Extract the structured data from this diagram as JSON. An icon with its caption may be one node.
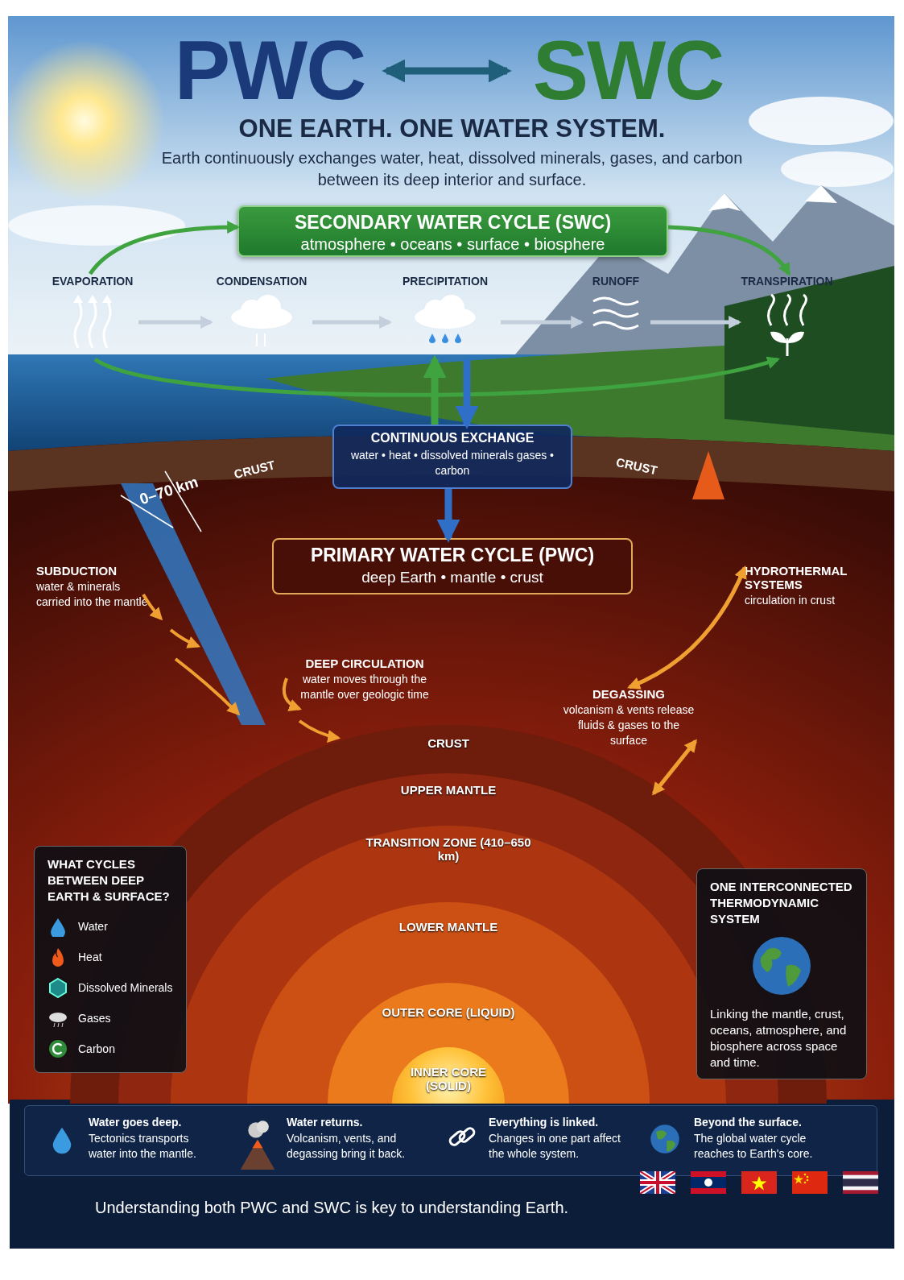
{
  "diagram": {
    "title": "ONE EARTH. ONE WATER SYSTEM.",
    "nodes": [
      {
        "text": [
          "PWC"
        ]
      },
      {
        "text": [
          "SWC"
        ]
      },
      {
        "text": [
          "SECONDARY WATER CYCLE (SWC)",
          "atmosphere • oceans • surface • biosphere"
        ]
      },
      {
        "text": [
          "EVAPORATION"
        ]
      },
      {
        "text": [
          "CONDENSATION"
        ]
      },
      {
        "text": [
          "PRECIPITATION"
        ]
      },
      {
        "text": [
          "RUNOFF"
        ]
      },
      {
        "text": [
          "TRANSPIRATION"
        ]
      },
      {
        "text": [
          "CONTINUOUS EXCHANGE",
          "water • heat • dissolved minerals gases • carbon"
        ]
      },
      {
        "text": [
          "PRIMARY WATER CYCLE (PWC)",
          "deep Earth • mantle • crust"
        ]
      },
      {
        "text": [
          "SUBDUCTION",
          "water & minerals carried into the mantle"
        ]
      },
      {
        "text": [
          "HYDROTHERMAL SYSTEMS",
          "circulation in crust"
        ]
      },
      {
        "text": [
          "DEEP CIRCULATION",
          "water moves through the mantle over geologic time"
        ]
      },
      {
        "text": [
          "DEGASSING",
          "volcanism & vents release fluids & gases to the surface"
        ]
      },
      {
        "text": [
          "CRUST"
        ]
      },
      {
        "text": [
          "UPPER MANTLE"
        ],
        "in": 14
      },
      {
        "text": [
          "TRANSITION ZONE (410–650 km)"
        ],
        "in": 15
      },
      {
        "text": [
          "LOWER MANTLE"
        ],
        "in": 16
      },
      {
        "text": [
          "OUTER CORE (LIQUID)"
        ],
        "in": 17
      },
      {
        "text": [
          "INNER CORE (SOLID)"
        ],
        "in": 18
      },
      {
        "text": [
          "WHAT CYCLES BETWEEN DEEP EARTH & SURFACE?"
        ]
      },
      {
        "text": [
          "ONE INTERCONNECTED THERMODYNAMIC SYSTEM",
          "Linking the mantle, crust, oceans, atmosphere, and biosphere across space and time."
        ]
      }
    ],
    "edges": [
      {
        "from": 0,
        "to": 1,
        "arrow": "both",
        "style": "thick",
        "color": "#1f5f7a"
      },
      {
        "from": 3,
        "to": 2,
        "arrow": "to",
        "color": "#3fa33f"
      },
      {
        "from": 2,
        "to": 7,
        "arrow": "to",
        "color": "#3fa33f"
      },
      {
        "from": 3,
        "to": 7,
        "arrow": "to",
        "color": "#3fa33f"
      },
      {
        "from": 3,
        "to": 4,
        "arrow": "to",
        "color": "#c3cfdc"
      },
      {
        "from": 4,
        "to": 5,
        "arrow": "to",
        "color": "#c3cfdc"
      },
      {
        "from": 5,
        "to": 6,
        "arrow": "to",
        "color": "#c3cfdc"
      },
      {
        "from": 6,
        "to": 7,
        "arrow": "to",
        "color": "#c3cfdc"
      },
      {
        "from": 8,
        "to": 5,
        "arrow": "to",
        "style": "thick",
        "color": "#3fa33f"
      },
      {
        "from": 5,
        "to": 8,
        "arrow": "to",
        "style": "thick",
        "color": "#2f6fc8"
      },
      {
        "from": 8,
        "to": 9,
        "arrow": "to",
        "style": "thick",
        "color": "#2f6fc8"
      },
      {
        "from": 13,
        "to": 11,
        "arrow": "both",
        "color": "#f0a030"
      },
      {
        "from": 13,
        "to": 15,
        "arrow": "both",
        "color": "#f0a030"
      }
    ],
    "labels": [
      "Earth continuously exchanges water, heat, dissolved minerals, gases, and carbon between its deep interior and surface.",
      "CRUST",
      "0–70 km",
      "CRUST",
      "Water goes deep.",
      "Tectonics transports water into the mantle.",
      "Water returns.",
      "Volcanism, vents, and degassing bring it back.",
      "Everything is linked.",
      "Changes in one part affect the whole system.",
      "Beyond the surface.",
      "The global water cycle reaches to Earth's core.",
      "Understanding both PWC and SWC is key to understanding Earth."
    ],
    "legend": [
      {
        "text": "Water"
      },
      {
        "text": "Heat"
      },
      {
        "text": "Dissolved Minerals"
      },
      {
        "text": "Gases"
      },
      {
        "text": "Carbon"
      }
    ]
  }
}
